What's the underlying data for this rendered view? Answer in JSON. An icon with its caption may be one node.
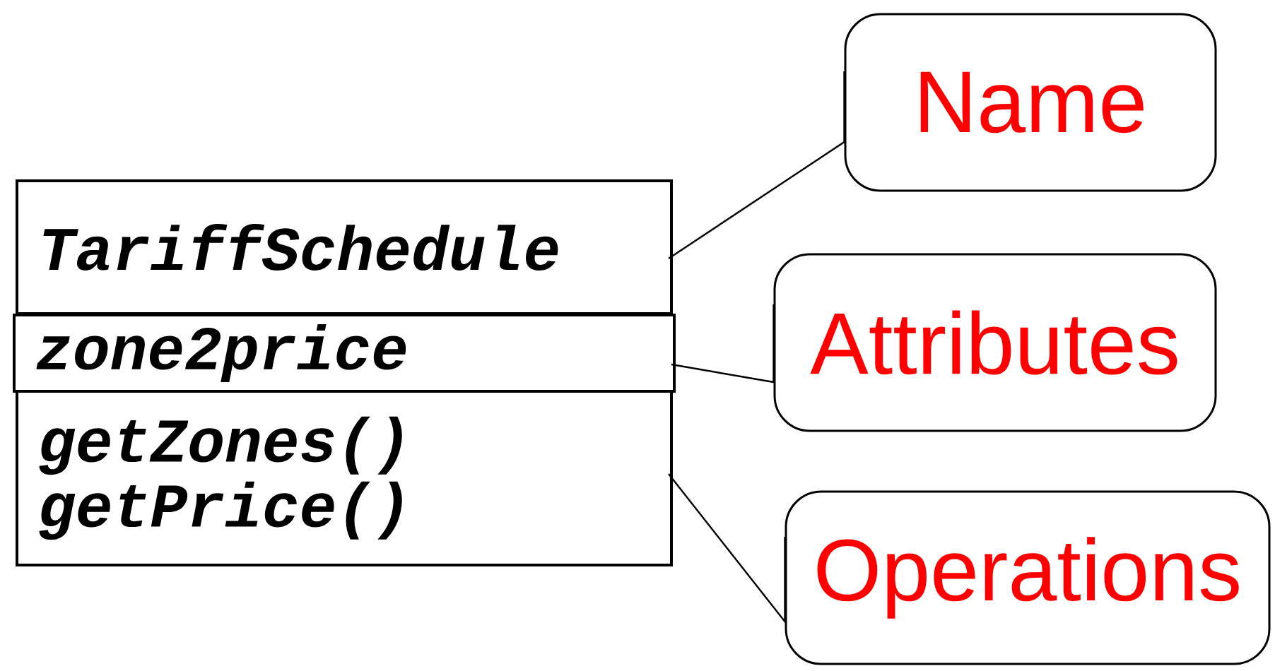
{
  "diagram": {
    "nodes": [
      {
        "text": [
          "TariffSchedule"
        ]
      },
      {
        "text": [
          "zone2price"
        ]
      },
      {
        "text": [
          "getZones()",
          "getPrice()"
        ]
      },
      {
        "text": [
          "Name"
        ]
      },
      {
        "text": [
          "Attributes"
        ]
      },
      {
        "text": [
          "Operations"
        ]
      }
    ],
    "edges": [
      {
        "from": 3,
        "to": 0,
        "arrow": "none"
      },
      {
        "from": 4,
        "to": 1,
        "arrow": "none"
      },
      {
        "from": 5,
        "to": 2,
        "arrow": "none"
      }
    ]
  }
}
